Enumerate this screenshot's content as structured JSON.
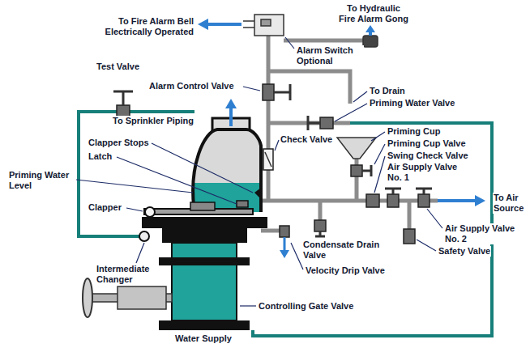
{
  "diagram": {
    "labels": [
      "To Hydraulic Fire Alarm Gong",
      "To Fire Alarm Bell Electrically Operated",
      "Alarm Switch Optional",
      "Test Valve",
      "Alarm Control Valve",
      "To Drain",
      "Priming Water Valve",
      "To Sprinkler Piping",
      "Clapper Stops",
      "Latch",
      "Priming Water Level",
      "Check Valve",
      "Priming Cup",
      "Priming Cup Valve",
      "Swing Check Valve",
      "Air Supply Valve No. 1",
      "Clapper",
      "To Air Source",
      "Air Supply Valve No. 2",
      "Safety Valve",
      "Condensate Drain Valve",
      "Velocity Drip Valve",
      "Intermediate Changer",
      "Controlling Gate Valve",
      "Water Supply"
    ]
  }
}
